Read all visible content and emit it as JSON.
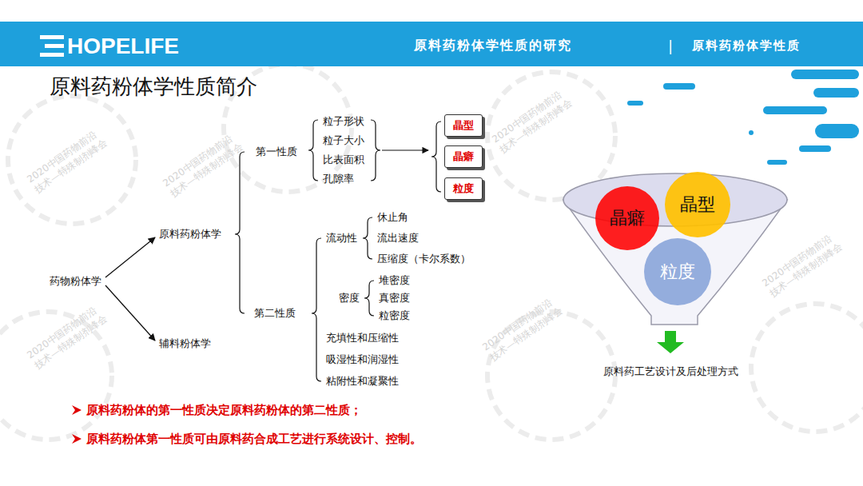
{
  "diagram": {
    "title": "原料药粉体学性质简介",
    "nodes": [
      {
        "text": [
          "药物粉体学"
        ]
      },
      {
        "text": [
          "原料药粉体学"
        ]
      },
      {
        "text": [
          "辅料粉体学"
        ]
      },
      {
        "text": [
          "第一性质"
        ]
      },
      {
        "text": [
          "粒子形状"
        ]
      },
      {
        "text": [
          "粒子大小"
        ]
      },
      {
        "text": [
          "比表面积"
        ]
      },
      {
        "text": [
          "孔隙率"
        ]
      },
      {
        "text": [
          "晶型"
        ]
      },
      {
        "text": [
          "晶癖"
        ]
      },
      {
        "text": [
          "粒度"
        ]
      },
      {
        "text": [
          "第二性质"
        ]
      },
      {
        "text": [
          "流动性"
        ]
      },
      {
        "text": [
          "休止角"
        ]
      },
      {
        "text": [
          "流出速度"
        ]
      },
      {
        "text": [
          "压缩度（卡尔系数）"
        ]
      },
      {
        "text": [
          "密度"
        ]
      },
      {
        "text": [
          "堆密度"
        ]
      },
      {
        "text": [
          "真密度"
        ]
      },
      {
        "text": [
          "粒密度"
        ]
      },
      {
        "text": [
          "充填性和压缩性"
        ]
      },
      {
        "text": [
          "吸湿性和润湿性"
        ]
      },
      {
        "text": [
          "粘附性和凝聚性"
        ]
      },
      {
        "text": [
          "晶癖"
        ]
      },
      {
        "text": [
          "晶型"
        ]
      },
      {
        "text": [
          "粒度"
        ]
      }
    ],
    "edges": [
      {
        "from": 0,
        "to": 1,
        "arrow": "to"
      },
      {
        "from": 0,
        "to": 2,
        "arrow": "to"
      }
    ],
    "labels": [
      "HOPELIFE",
      "原料药粉体学性质的研究",
      "|",
      "原料药粉体学性质",
      "原料药工艺设计及后处理方式",
      "原料药粉体的第一性质决定原料药粉体的第二性质；",
      "原料药粉体第一性质可由原料药合成工艺进行系统设计、控制。",
      "2020中国药物前沿 技术—特殊制剂峰会",
      "2020中国药物前沿 技术—特殊制剂峰会",
      "2020中国药物前沿 技术—特殊制剂峰会",
      "2020中国药物前沿 技术—特殊制剂峰会",
      "2020中国药物前沿 技术—特殊制剂峰会",
      "2020中国药物前沿 技术—特殊制剂峰会"
    ]
  }
}
